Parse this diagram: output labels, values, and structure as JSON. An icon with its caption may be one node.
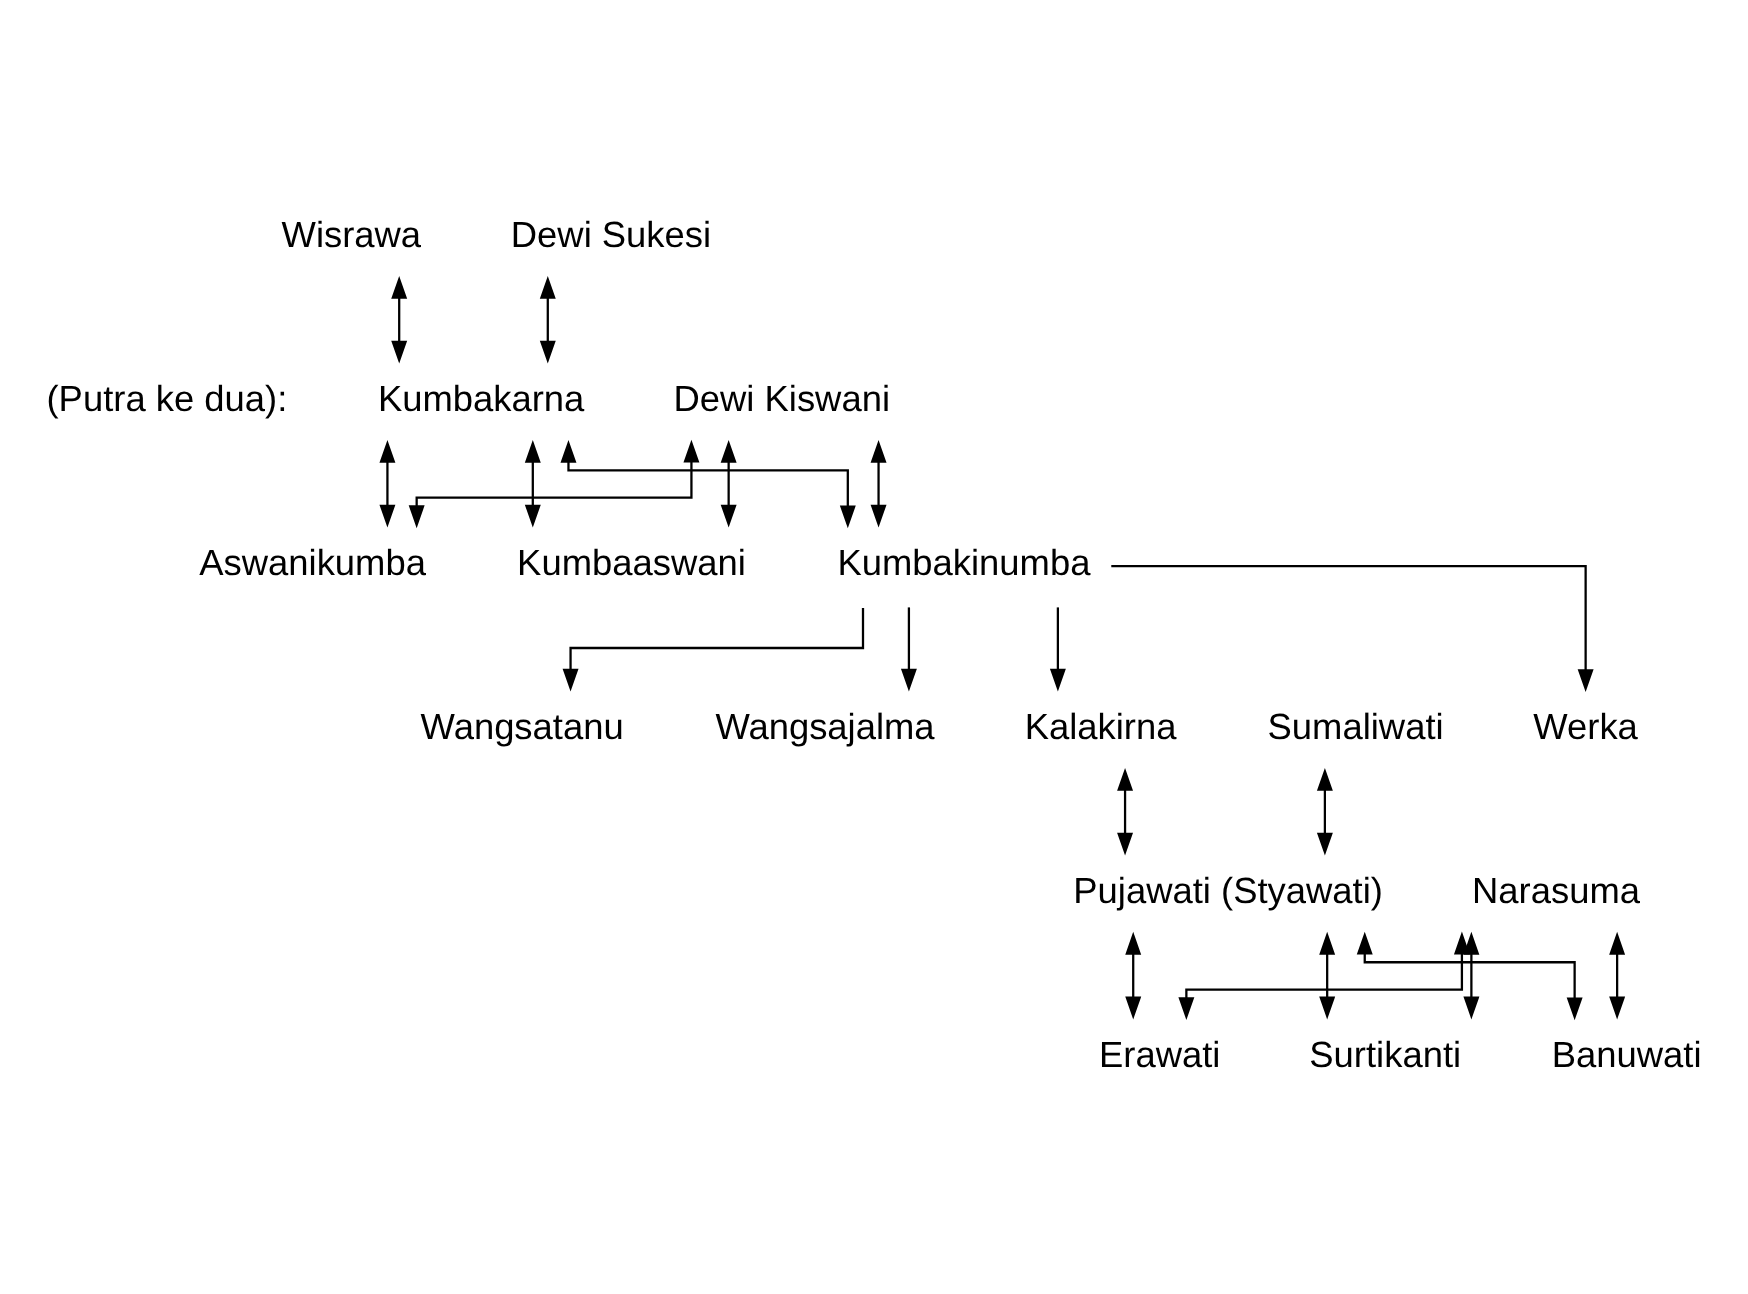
{
  "diagram": {
    "nodes": [
      {
        "text": [
          "Wisrawa"
        ]
      },
      {
        "text": [
          "Dewi Sukesi"
        ]
      },
      {
        "text": [
          "Kumbakarna"
        ],
        "beside": [
          "(Putra ke dua):"
        ]
      },
      {
        "text": [
          "Dewi Kiswani"
        ]
      },
      {
        "text": [
          "Aswanikumba"
        ]
      },
      {
        "text": [
          "Kumbaaswani"
        ]
      },
      {
        "text": [
          "Kumbakinumba"
        ]
      },
      {
        "text": [
          "Wangsatanu"
        ]
      },
      {
        "text": [
          "Wangsajalma"
        ]
      },
      {
        "text": [
          "Kalakirna"
        ]
      },
      {
        "text": [
          "Sumaliwati"
        ]
      },
      {
        "text": [
          "Werka"
        ]
      },
      {
        "text": [
          "Pujawati (Styawati)"
        ]
      },
      {
        "text": [
          "Narasuma"
        ]
      },
      {
        "text": [
          "Erawati"
        ]
      },
      {
        "text": [
          "Surtikanti"
        ]
      },
      {
        "text": [
          "Banuwati"
        ]
      }
    ],
    "edges": [
      {
        "from": 0,
        "to": 2,
        "arrow": "both"
      },
      {
        "from": 1,
        "to": 2,
        "arrow": "both"
      },
      {
        "from": 2,
        "to": 4,
        "arrow": "both"
      },
      {
        "from": 2,
        "to": 5,
        "arrow": "both"
      },
      {
        "from": 2,
        "to": 6,
        "arrow": "both"
      },
      {
        "from": 3,
        "to": 4,
        "arrow": "both"
      },
      {
        "from": 3,
        "to": 5,
        "arrow": "both"
      },
      {
        "from": 3,
        "to": 6,
        "arrow": "both"
      },
      {
        "from": 6,
        "to": 7,
        "arrow": "to"
      },
      {
        "from": 6,
        "to": 8,
        "arrow": "to"
      },
      {
        "from": 6,
        "to": 9,
        "arrow": "to"
      },
      {
        "from": 6,
        "to": 11,
        "arrow": "to"
      },
      {
        "from": 9,
        "to": 12,
        "arrow": "both"
      },
      {
        "from": 10,
        "to": 12,
        "arrow": "both"
      },
      {
        "from": 12,
        "to": 14,
        "arrow": "both"
      },
      {
        "from": 12,
        "to": 15,
        "arrow": "both"
      },
      {
        "from": 12,
        "to": 16,
        "arrow": "both"
      },
      {
        "from": 13,
        "to": 14,
        "arrow": "both"
      },
      {
        "from": 13,
        "to": 15,
        "arrow": "both"
      },
      {
        "from": 13,
        "to": 16,
        "arrow": "both"
      }
    ]
  }
}
